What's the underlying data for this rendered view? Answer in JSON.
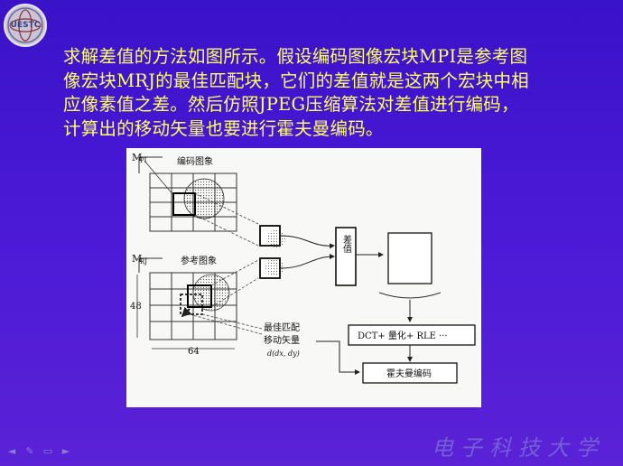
{
  "logo": {
    "text": "UESTC"
  },
  "body_lines": [
    "求解差值的方法如图所示。假设编码图像宏块MPI是参考图",
    "像宏块MRJ的最佳匹配块，它们的差值就是这两个宏块中相",
    "应像素值之差。然后仿照JPEG压缩算法对差值进行编码，",
    "计算出的移动矢量也要进行霍夫曼编码。"
  ],
  "figure": {
    "label_mpi_main": "M",
    "label_mpi_sub": "PI",
    "label_coded": "编码图象",
    "label_mrj_main": "M",
    "label_mrj_sub": "RJ",
    "label_ref": "参考图象",
    "label_48": "48",
    "label_64": "64",
    "label_best_match_1": "最佳匹配",
    "label_best_match_2": "移动矢量",
    "label_vector": "d(dx, dy)",
    "label_diff": "差值",
    "label_dct": "DCT+ 量化+ RLE ···",
    "label_huffman": "霍夫曼编码"
  },
  "watermark": "电子科技大学",
  "nav_icons": [
    "back-icon",
    "pen-icon",
    "menu-icon",
    "forward-icon"
  ]
}
